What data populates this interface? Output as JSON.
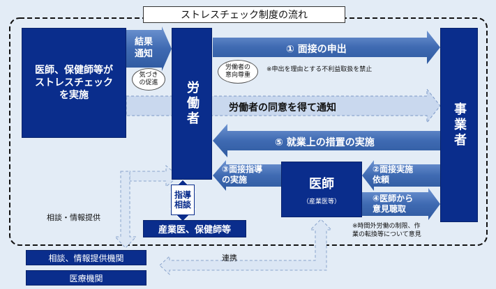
{
  "title": "ストレスチェック制度の流れ",
  "actors": {
    "implementer": "医師、保健師等が\nストレスチェック\nを実施",
    "worker": "労働者",
    "employer": "事業者",
    "doctor": "医師",
    "doctor_sub": "（産業医等）",
    "support_staff": "産業医、保健師等"
  },
  "flows": {
    "results": "結果\n通知",
    "awareness": "気づき\nの促進",
    "request_interview": "① 面接の申出",
    "respect": "労働者の\n意向尊重",
    "disadvantage_note": "※申出を理由とする不利益取扱を禁止",
    "consent_notice": "労働者の同意を得て通知",
    "measures": "⑤ 就業上の措置の実施",
    "interview_guidance": "③面接指導\nの実施",
    "request_implementation": "②面接実施\n依頼",
    "hear_opinion": "④医師から\n意見聴取",
    "guidance_consultation": "指導\n相談",
    "overtime_note": "※時間外労働の制限、作\n業の転換等について意見",
    "consultation_info": "相談・情報提供",
    "coordination": "連携"
  },
  "external": {
    "info_org": "相談、情報提供機関",
    "medical_org": "医療機関"
  },
  "colors": {
    "navy": "#0a2d8c",
    "arrow_blue": "#4a74b8",
    "pale_arrow": "#c9d8ee",
    "background": "#e3ecf6"
  }
}
